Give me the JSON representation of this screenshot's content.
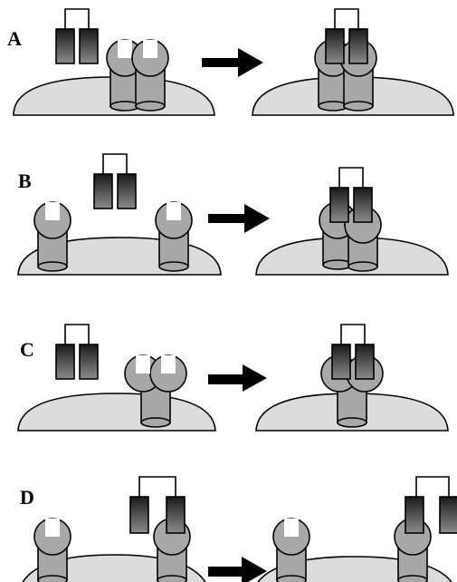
{
  "panels": [
    {
      "label": "A"
    },
    {
      "label": "B"
    },
    {
      "label": "C"
    },
    {
      "label": "D"
    }
  ],
  "colors": {
    "membrane": "#dcdcdc",
    "receptor": "#a8a8a8",
    "outline": "#000000",
    "ligand_top": "#1a1a1a",
    "ligand_bottom": "#8c8c8c",
    "arrow": "#000000"
  }
}
